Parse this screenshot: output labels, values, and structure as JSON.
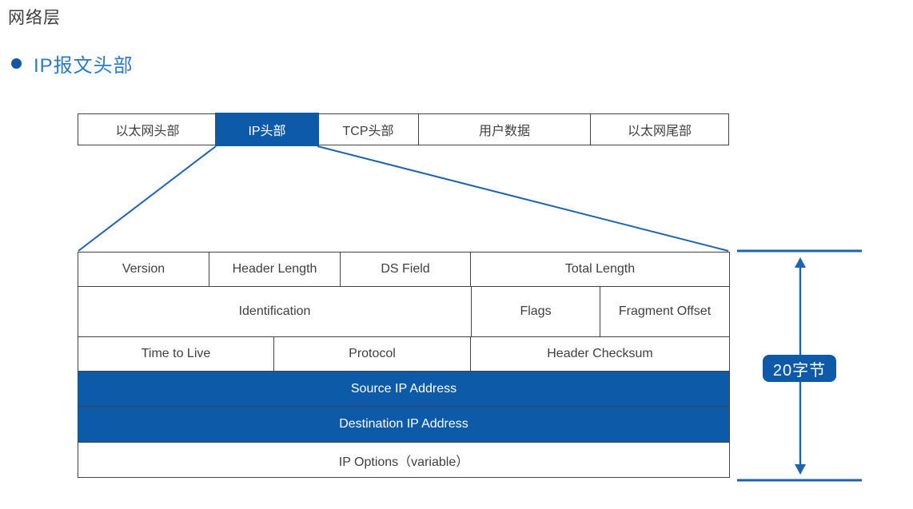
{
  "page": {
    "title": "网络层"
  },
  "section": {
    "bullet": "",
    "heading": "IP报文头部"
  },
  "packet_row": {
    "cells": [
      {
        "label": "以太网头部",
        "highlighted": false
      },
      {
        "label": "IP头部",
        "highlighted": true
      },
      {
        "label": "TCP头部",
        "highlighted": false
      },
      {
        "label": "用户数据",
        "highlighted": false
      },
      {
        "label": "以太网尾部",
        "highlighted": false
      }
    ]
  },
  "ip_header_table": {
    "rows": [
      {
        "cells": [
          "Version",
          "Header Length",
          "DS Field",
          "Total Length"
        ],
        "highlighted": false
      },
      {
        "cells": [
          "Identification",
          "Flags",
          "Fragment Offset"
        ],
        "highlighted": false
      },
      {
        "cells": [
          "Time to Live",
          "Protocol",
          "Header Checksum"
        ],
        "highlighted": false
      },
      {
        "cells": [
          "Source IP Address"
        ],
        "highlighted": true
      },
      {
        "cells": [
          "Destination IP Address"
        ],
        "highlighted": true
      },
      {
        "cells": [
          "IP Options（variable）"
        ],
        "highlighted": false
      }
    ]
  },
  "annotation": {
    "size_label": "20字节"
  },
  "colors": {
    "accent_blue": "#0d5ba8",
    "line_blue": "#1d63b0",
    "border_dark": "#434343",
    "heading_blue": "#2b7ac7",
    "bullet_blue": "#1356a4",
    "text_dark": "#3f3f3f",
    "highlight_text": "#ffffff"
  }
}
